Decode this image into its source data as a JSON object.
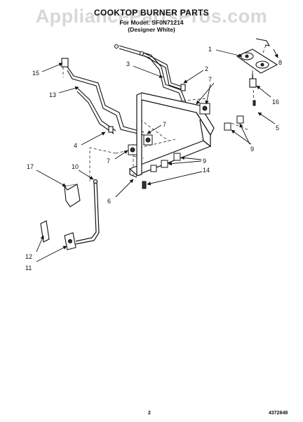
{
  "header": {
    "title": "COOKTOP BURNER PARTS",
    "model_line": "For Model: SF0N71214",
    "color_line": "(Designer White)"
  },
  "watermark": {
    "text": "AppliancePartsPros.com"
  },
  "footer": {
    "page_number": "2",
    "part_number": "4372648"
  },
  "callouts": [
    {
      "id": "c1",
      "label": "1"
    },
    {
      "id": "c2",
      "label": "2"
    },
    {
      "id": "c3",
      "label": "3"
    },
    {
      "id": "c4",
      "label": "4"
    },
    {
      "id": "c5",
      "label": "5"
    },
    {
      "id": "c6",
      "label": "6"
    },
    {
      "id": "c7a",
      "label": "7"
    },
    {
      "id": "c7b",
      "label": "7"
    },
    {
      "id": "c7c",
      "label": "7"
    },
    {
      "id": "c8",
      "label": "8"
    },
    {
      "id": "c9a",
      "label": "9"
    },
    {
      "id": "c9b",
      "label": "9"
    },
    {
      "id": "c10",
      "label": "10"
    },
    {
      "id": "c11",
      "label": "11"
    },
    {
      "id": "c12",
      "label": "12"
    },
    {
      "id": "c13",
      "label": "13"
    },
    {
      "id": "c14",
      "label": "14"
    },
    {
      "id": "c15",
      "label": "15"
    },
    {
      "id": "c16",
      "label": "16"
    },
    {
      "id": "c17",
      "label": "17"
    }
  ]
}
